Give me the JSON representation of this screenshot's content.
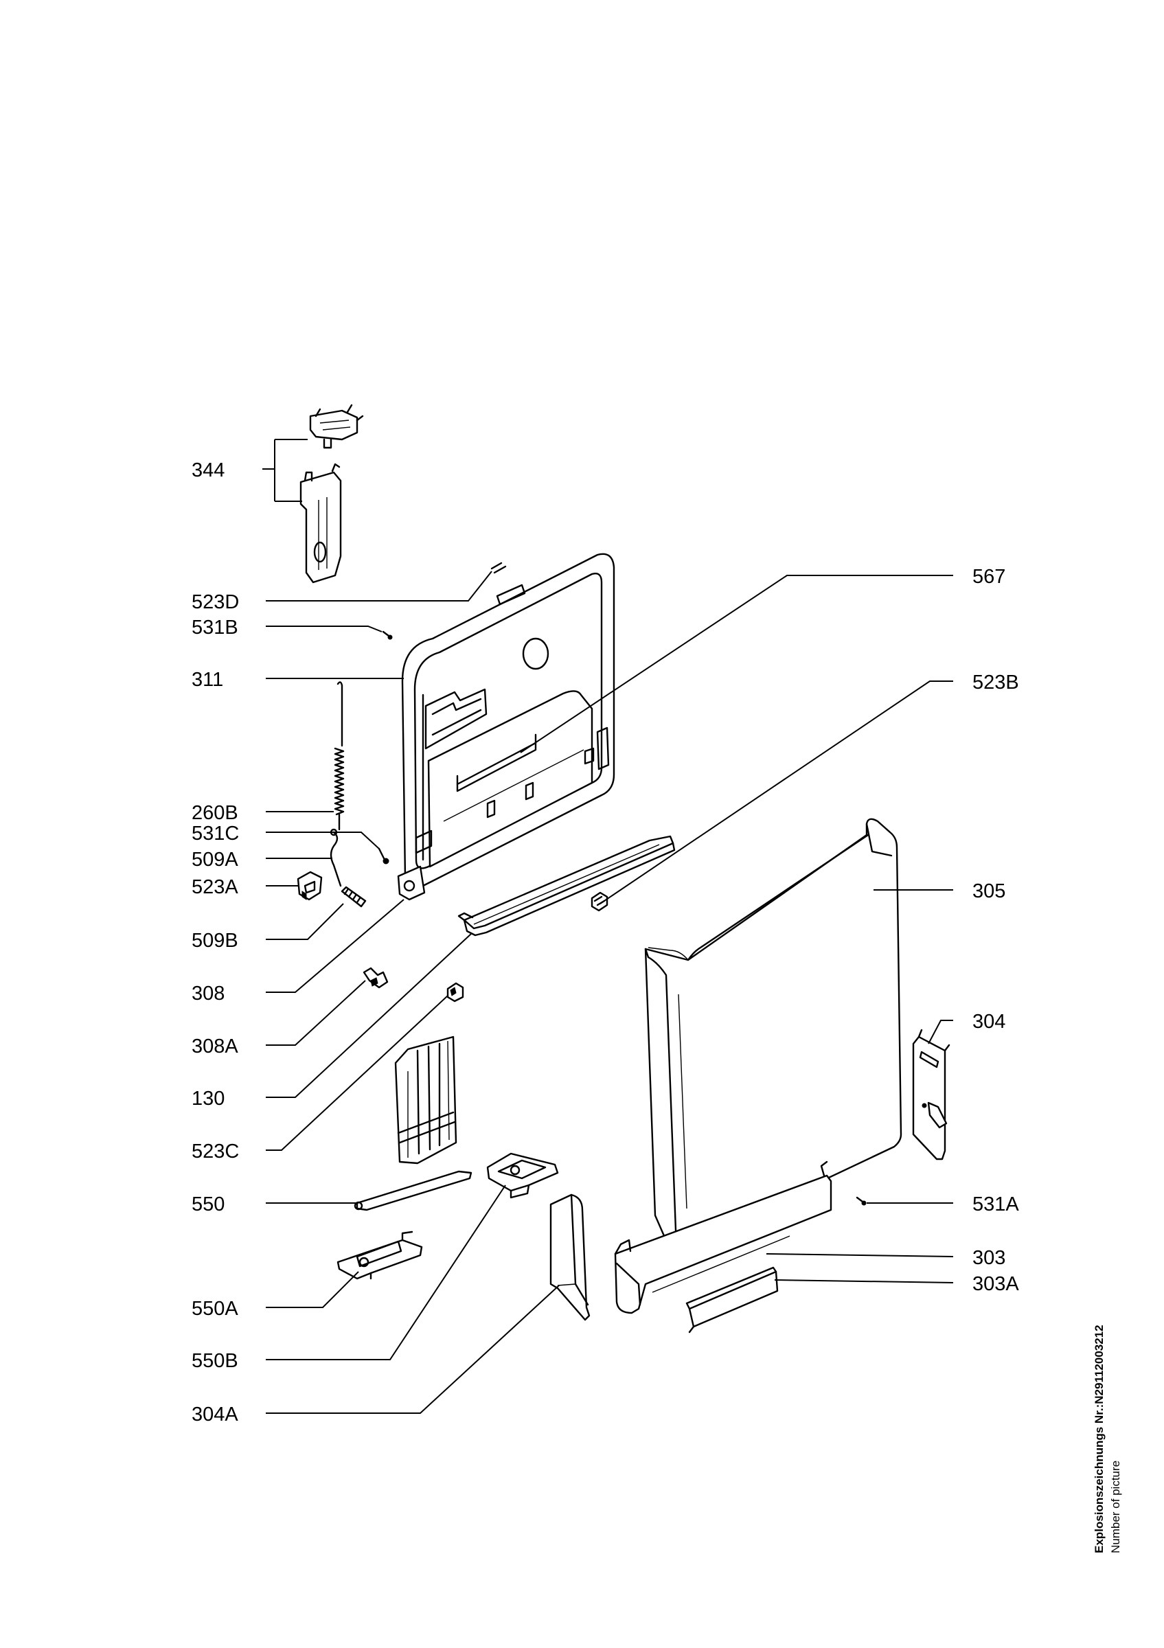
{
  "callouts": [
    {
      "id": "344",
      "label": "344"
    },
    {
      "id": "523D",
      "label": "523D"
    },
    {
      "id": "531B",
      "label": "531B"
    },
    {
      "id": "311",
      "label": "311"
    },
    {
      "id": "260B",
      "label": "260B"
    },
    {
      "id": "531C",
      "label": "531C"
    },
    {
      "id": "509A",
      "label": "509A"
    },
    {
      "id": "523A",
      "label": "523A"
    },
    {
      "id": "509B",
      "label": "509B"
    },
    {
      "id": "308",
      "label": "308"
    },
    {
      "id": "308A",
      "label": "308A"
    },
    {
      "id": "130",
      "label": "130"
    },
    {
      "id": "523C",
      "label": "523C"
    },
    {
      "id": "550",
      "label": "550"
    },
    {
      "id": "550A",
      "label": "550A"
    },
    {
      "id": "550B",
      "label": "550B"
    },
    {
      "id": "304A",
      "label": "304A"
    },
    {
      "id": "567",
      "label": "567"
    },
    {
      "id": "523B",
      "label": "523B"
    },
    {
      "id": "305",
      "label": "305"
    },
    {
      "id": "304",
      "label": "304"
    },
    {
      "id": "531A",
      "label": "531A"
    },
    {
      "id": "303",
      "label": "303"
    },
    {
      "id": "303A",
      "label": "303A"
    }
  ],
  "footer": {
    "line1": "Explosionszeichnungs Nr.:N29112003212",
    "line2": "Number of picture"
  }
}
